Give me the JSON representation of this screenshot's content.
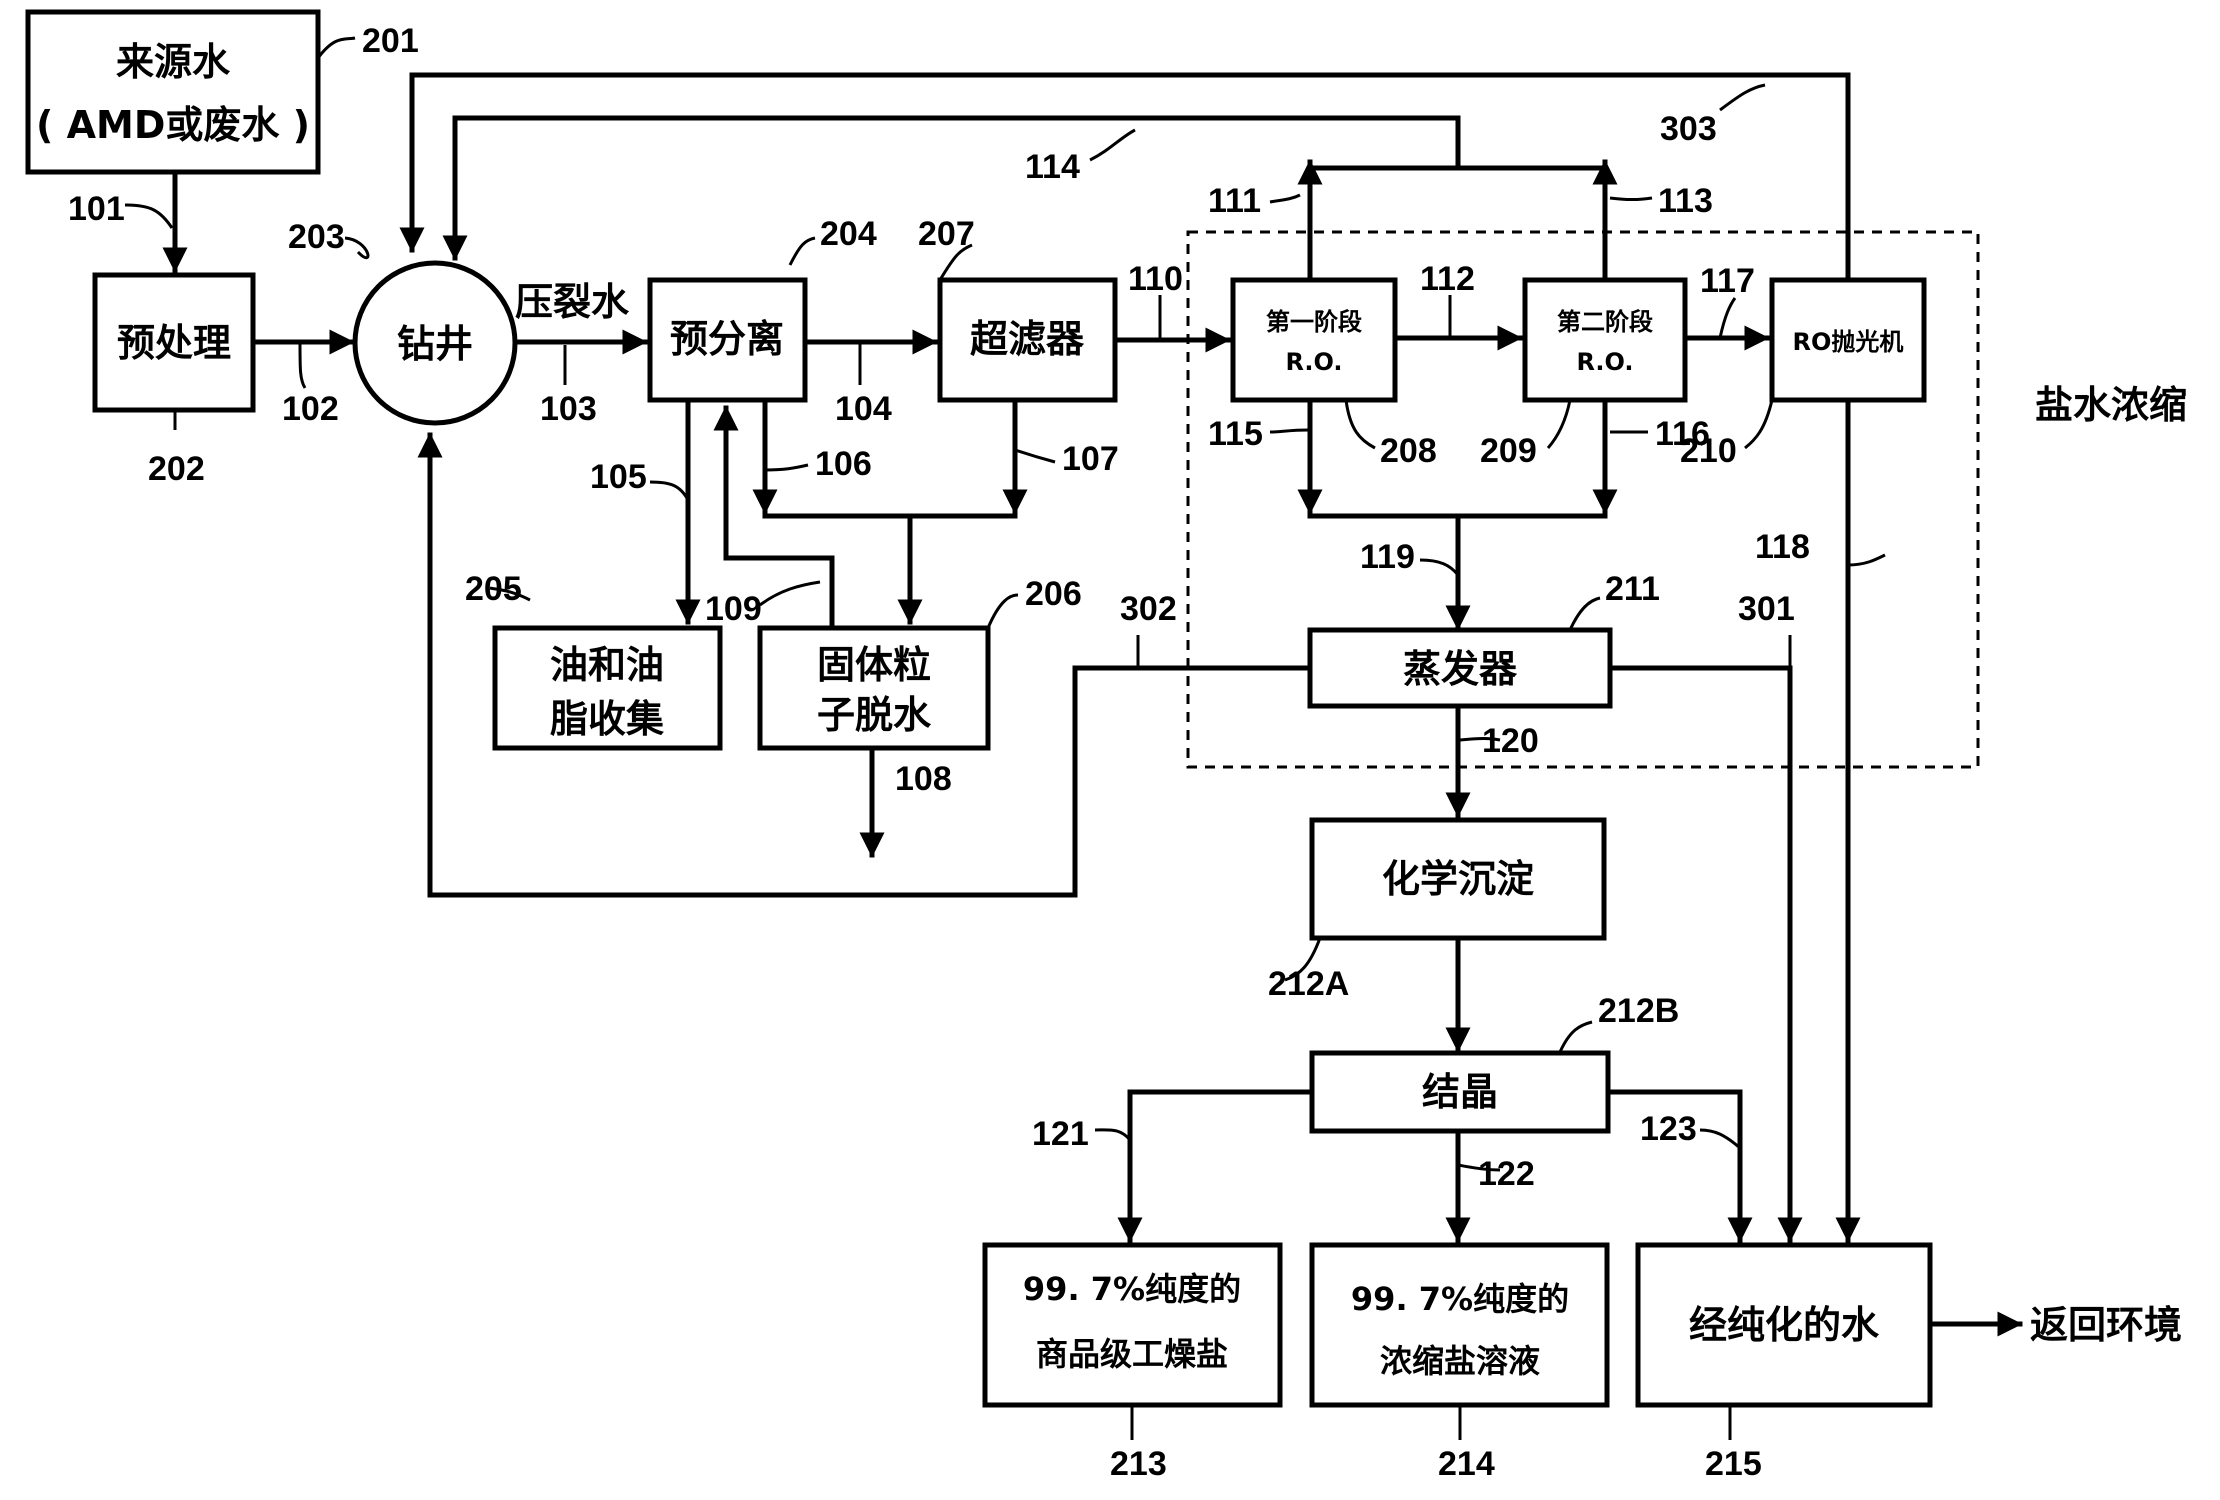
{
  "boxes": {
    "source": {
      "line1": "来源水",
      "line2": "( AMD或废水 )"
    },
    "pretreat": "预处理",
    "well": "钻井",
    "presep": "预分离",
    "ultra": "超滤器",
    "ro1": {
      "line1": "第一阶段",
      "line2": "R.O."
    },
    "ro2": {
      "line1": "第二阶段",
      "line2": "R.O."
    },
    "ropolish": "RO抛光机",
    "oil": {
      "line1": "油和油",
      "line2": "脂收集"
    },
    "solids": {
      "line1": "固体粒",
      "line2": "子脱水"
    },
    "evap": "蒸发器",
    "chem": "化学沉淀",
    "crystal": "结晶",
    "salt": {
      "line1": "99. 7%纯度的",
      "line2": "商品级工燥盐"
    },
    "brine": {
      "line1": "99. 7%纯度的",
      "line2": "浓缩盐溶液"
    },
    "purified": "经纯化的水"
  },
  "labels": {
    "frac_water": "压裂水",
    "brine_conc": "盐水浓缩",
    "return_env": "返回环境"
  },
  "refs": {
    "r101": "101",
    "r102": "102",
    "r103": "103",
    "r104": "104",
    "r105": "105",
    "r106": "106",
    "r107": "107",
    "r108": "108",
    "r109": "109",
    "r110": "110",
    "r111": "111",
    "r112": "112",
    "r113": "113",
    "r114": "114",
    "r115": "115",
    "r116": "116",
    "r117": "117",
    "r118": "118",
    "r119": "119",
    "r120": "120",
    "r121": "121",
    "r122": "122",
    "r123": "123",
    "r201": "201",
    "r202": "202",
    "r203": "203",
    "r204": "204",
    "r205": "205",
    "r206": "206",
    "r207": "207",
    "r208": "208",
    "r209": "209",
    "r210": "210",
    "r211": "211",
    "r212A": "212A",
    "r212B": "212B",
    "r213": "213",
    "r214": "214",
    "r215": "215",
    "r301": "301",
    "r302": "302",
    "r303": "303"
  }
}
